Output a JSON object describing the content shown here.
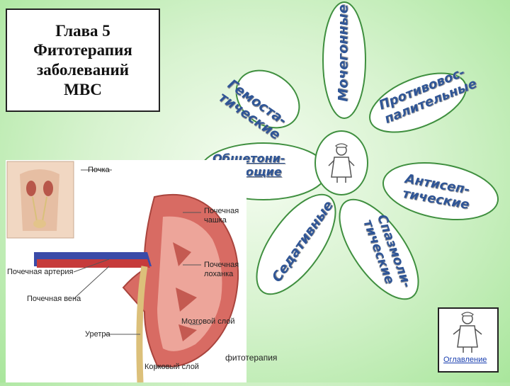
{
  "title": {
    "line1": "Глава 5",
    "line2": "Фитотерапия",
    "line3": "заболеваний",
    "line4": "МВС"
  },
  "petals": {
    "diuretic": "Мочегонные",
    "hemostatic_1": "Гемоста-",
    "hemostatic_2": "тические",
    "antiinflammatory_1": "Противовос-",
    "antiinflammatory_2": "палительные",
    "tonic_1": "Общетони-",
    "tonic_2": "зирующие",
    "antiseptic_1": "Антисеп-",
    "antiseptic_2": "тические",
    "sedative": "Седативные",
    "antispasmodic_1": "Спазмоли-",
    "antispasmodic_2": "тические"
  },
  "kidney_labels": {
    "kidney": "Почка",
    "calyx_1": "Почечная",
    "calyx_2": "чашка",
    "artery": "Почечная артерия",
    "pelvis_1": "Почечная",
    "pelvis_2": "лоханка",
    "vein": "Почечная вена",
    "medulla": "Мозговой слой",
    "ureter": "Уретра",
    "cortex": "Корковый слой"
  },
  "footer": {
    "caption": "фитотерапия",
    "toc_link": "Оглавление"
  },
  "colors": {
    "petal_text": "#2f5596",
    "petal_border": "#3f8f3f",
    "background": "#a9e69c"
  }
}
